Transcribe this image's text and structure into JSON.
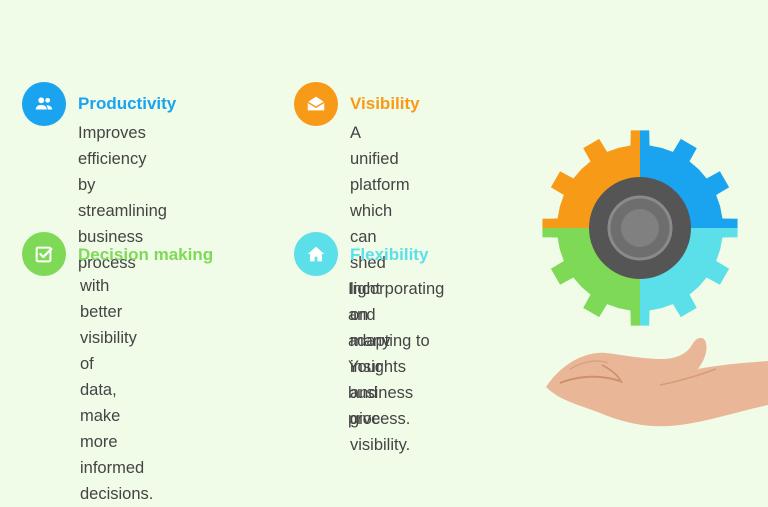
{
  "colors": {
    "background": "#f0fce8",
    "blue": "#1aa3ee",
    "orange": "#f79a18",
    "green": "#7ed957",
    "cyan": "#5bdfe8",
    "hub": "#5a5a5a",
    "text": "#444444"
  },
  "features": [
    {
      "title": "Productivity",
      "icon": "people-icon",
      "description": "Improves\nefficiency by\nstreamlining\nbusiness process"
    },
    {
      "title": "Visibility",
      "icon": "envelope-icon",
      "description": "A unified platform\nwhich can shed light\non many insights and\ngive visibility."
    },
    {
      "title": "Decision making",
      "icon": "checkbox-icon",
      "description": "with better visibility of\ndata, make more\ninformed decisions."
    },
    {
      "title": "Flexibility",
      "icon": "home-icon",
      "description": "Incorporating and\nadapting to Your\nbusiness process."
    }
  ],
  "illustration": {
    "gear_icon": "gear-icon",
    "hand_icon": "open-hand-icon"
  }
}
